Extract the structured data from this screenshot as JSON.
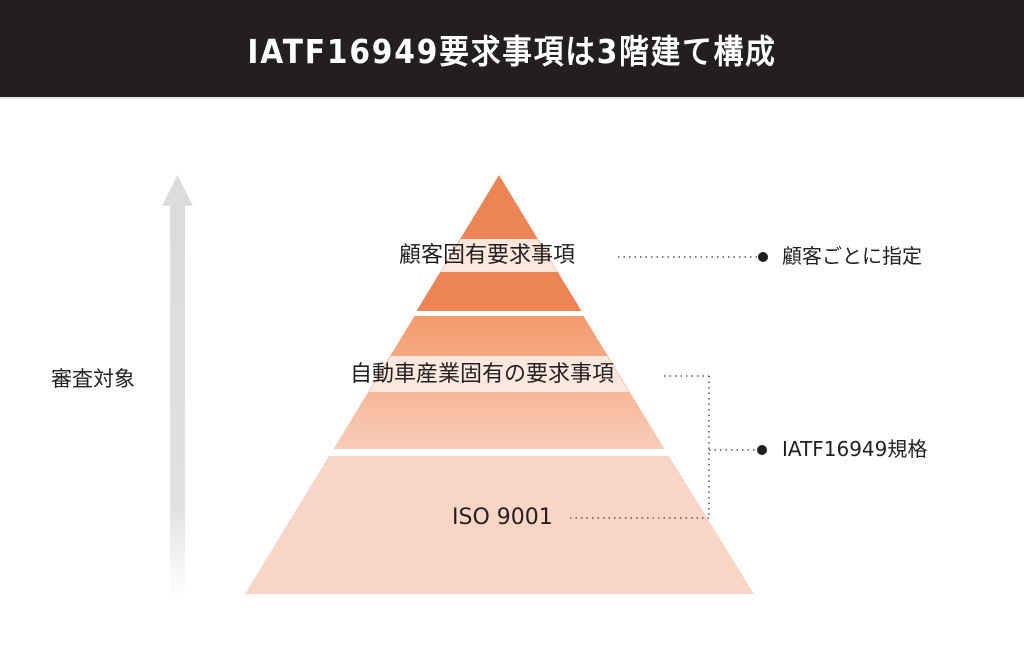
{
  "header": {
    "title": "IATF16949要求事項は3階建て構成"
  },
  "axis": {
    "label": "審査対象",
    "arrow_color": "#dcdcdc",
    "direction": "up"
  },
  "pyramid": {
    "tiers": [
      {
        "level": 3,
        "label": "顧客固有要求事項",
        "color": "#ed8456"
      },
      {
        "level": 2,
        "label": "自動車産業固有の要求事項",
        "color_top": "#f4a075",
        "color_bottom": "#f8cbb5"
      },
      {
        "level": 1,
        "label": "ISO 9001",
        "color": "#f9d5c6"
      }
    ]
  },
  "annotations": [
    {
      "label": "顧客ごとに指定",
      "refers_to": [
        "顧客固有要求事項"
      ]
    },
    {
      "label": "IATF16949規格",
      "refers_to": [
        "自動車産業固有の要求事項",
        "ISO 9001"
      ]
    }
  ]
}
